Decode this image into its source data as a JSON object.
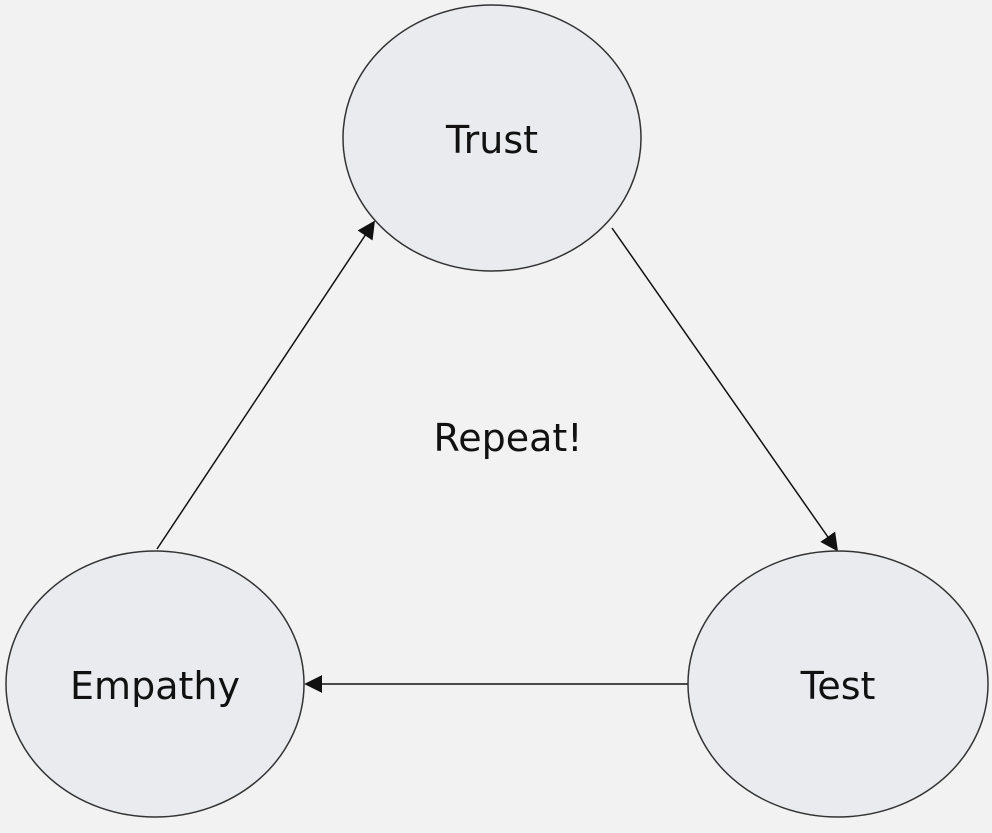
{
  "nodes": {
    "trust": "Trust",
    "test": "Test",
    "empathy": "Empathy"
  },
  "center_label": "Repeat!",
  "colors": {
    "background": "#f2f2f2",
    "node_fill": "#e9ebee",
    "stroke": "#333333",
    "text": "#111111"
  }
}
